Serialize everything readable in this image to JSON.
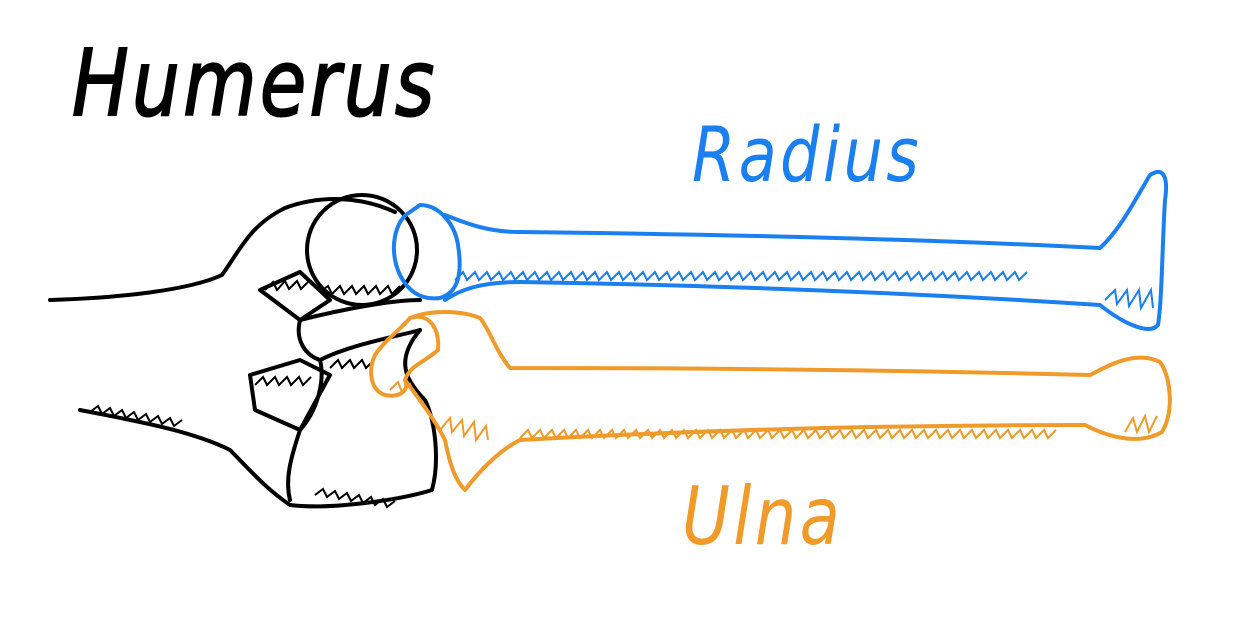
{
  "labels": {
    "humerus": "Humerus",
    "radius": "Radius",
    "ulna": "Ulna"
  },
  "colors": {
    "humerus": "#000000",
    "radius": "#1a7ff0",
    "ulna": "#f09a2a",
    "background": "#ffffff"
  }
}
